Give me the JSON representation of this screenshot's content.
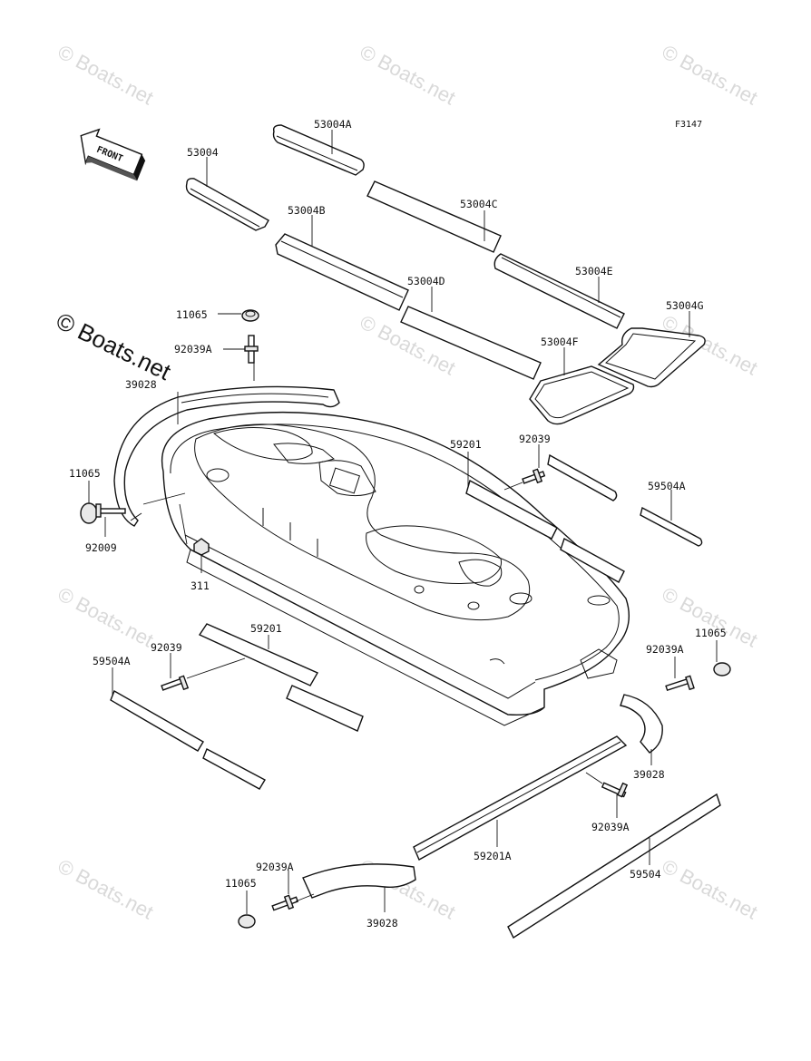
{
  "figure_code": "F3147",
  "front_label": "FRONT",
  "watermark": "© Boats.net",
  "overlay_watermark": "© Boats.net",
  "parts": {
    "p53004": "53004",
    "p53004A": "53004A",
    "p53004B": "53004B",
    "p53004C": "53004C",
    "p53004D": "53004D",
    "p53004E": "53004E",
    "p53004F": "53004F",
    "p53004G": "53004G",
    "p11065_top": "11065",
    "p92039A_top": "92039A",
    "p39028_top": "39028",
    "p11065_left": "11065",
    "p92009": "92009",
    "p311": "311",
    "p59201_right": "59201",
    "p92039_right": "92039",
    "p59504A_right": "59504A",
    "p59201_left": "59201",
    "p92039_left": "92039",
    "p59504A_left": "59504A",
    "p11065_right": "11065",
    "p92039A_right": "92039A",
    "p39028_right": "39028",
    "p92039A_mid": "92039A",
    "p59201A": "59201A",
    "p59504": "59504",
    "p92039A_bottom": "92039A",
    "p11065_bottom": "11065",
    "p39028_bottom": "39028"
  }
}
